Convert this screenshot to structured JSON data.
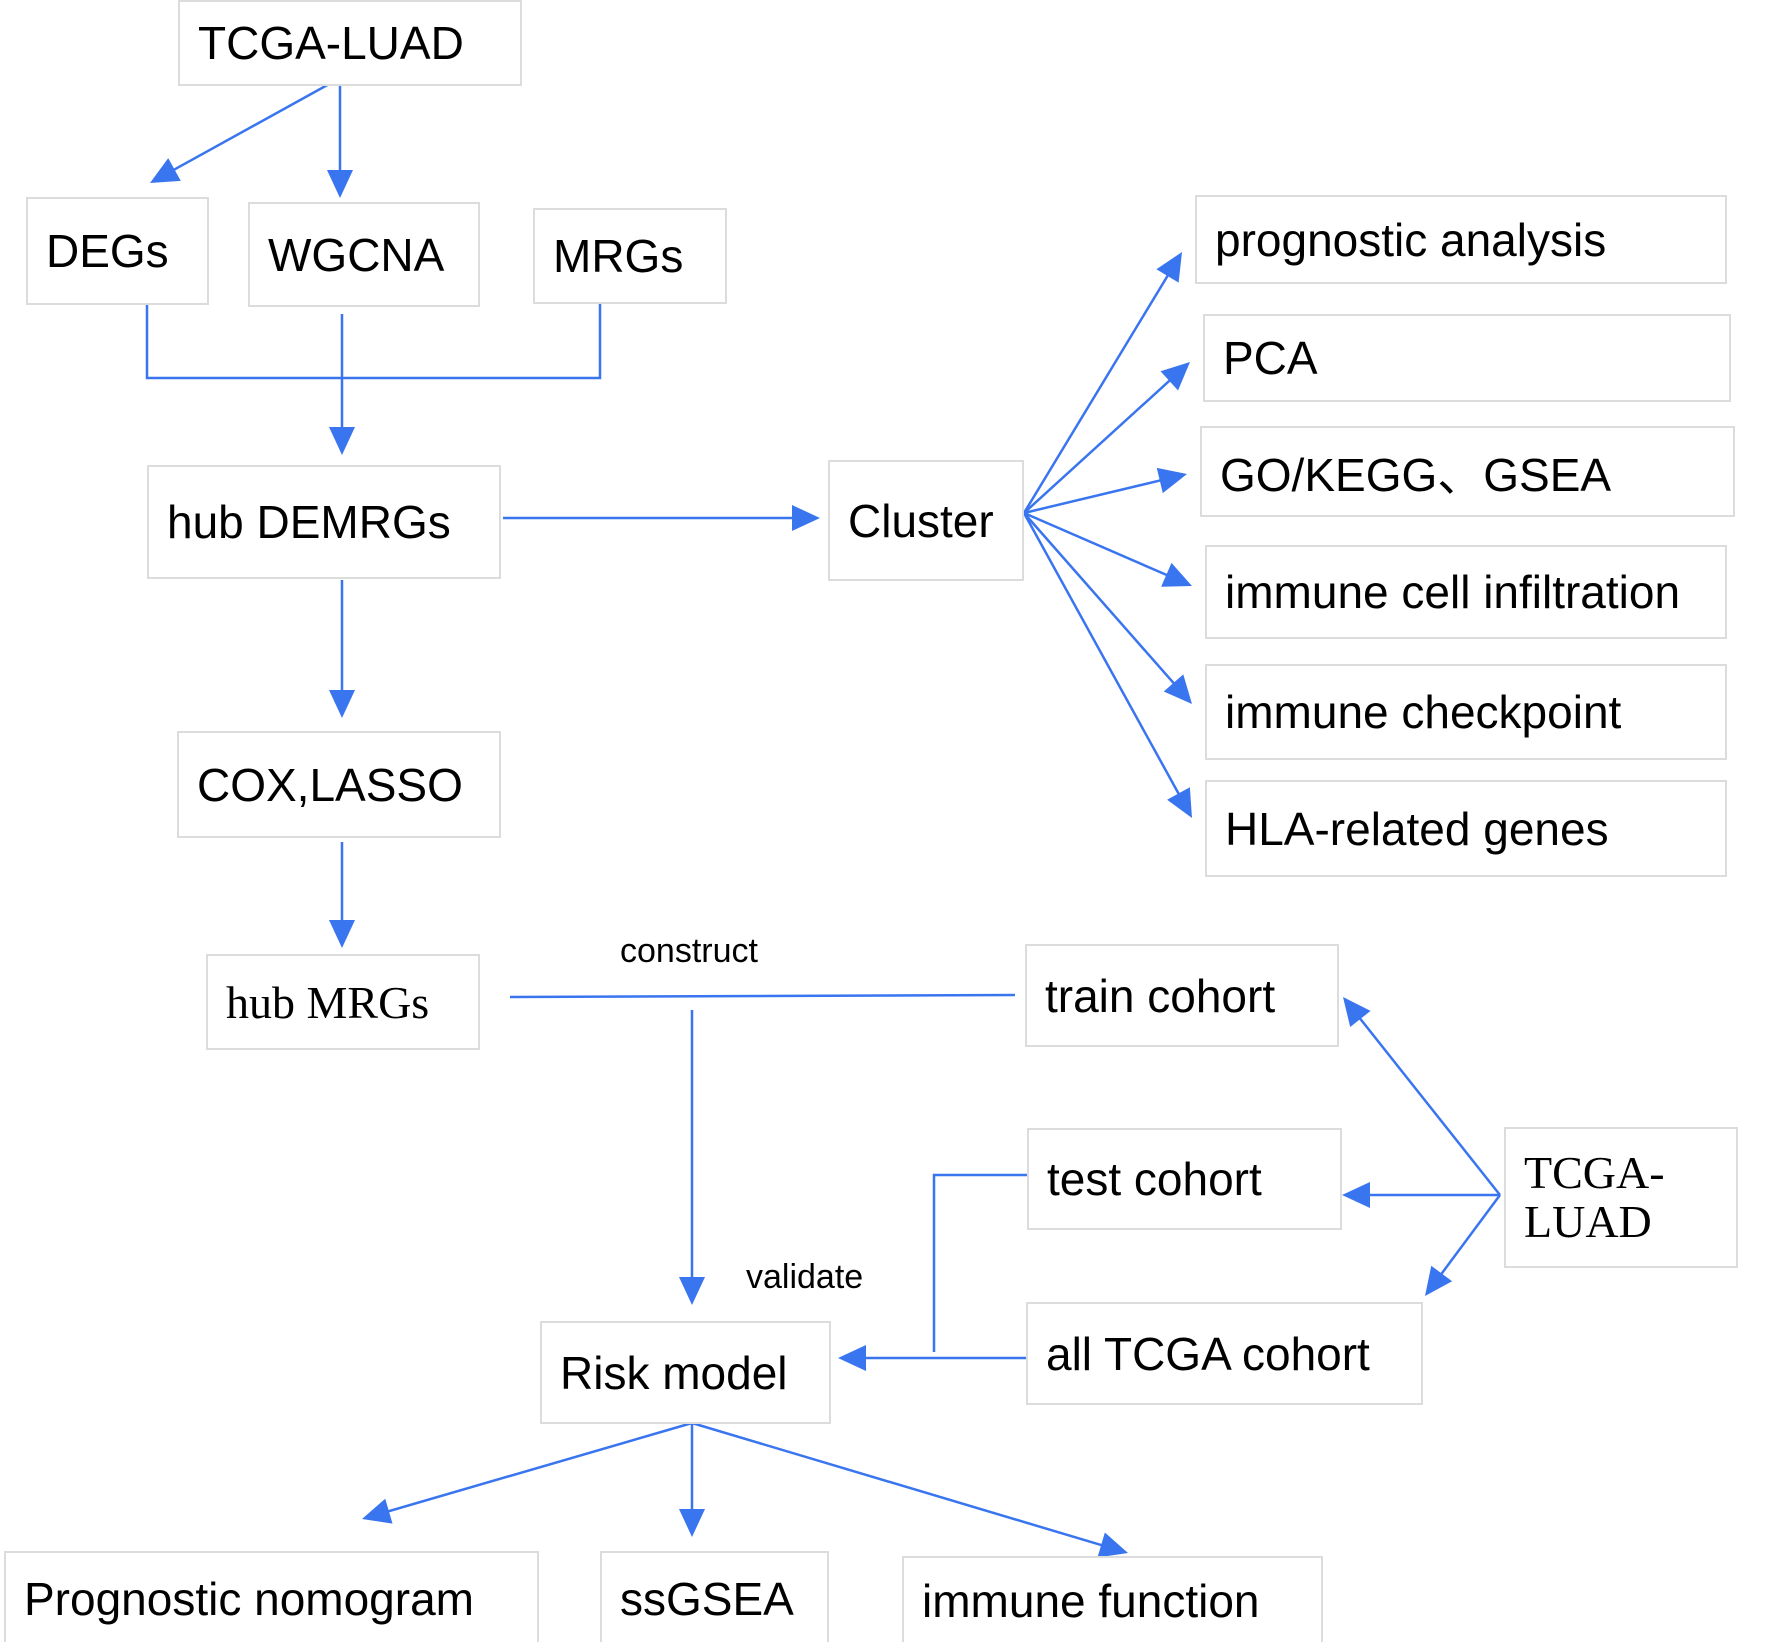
{
  "diagram": {
    "line_color": "#3a75f0",
    "node_border_color": "#dcdcdc",
    "highlight_color": "#fdf6dc",
    "nodes": {
      "tcga_luad_top": "TCGA-LUAD",
      "degs": "DEGs",
      "wgcna": "WGCNA",
      "mrgs": "MRGs",
      "hub_demrgs": "hub DEMRGs",
      "cox_lasso": "COX,LASSO",
      "hub_mrgs": "hub MRGs",
      "cluster": "Cluster",
      "prognostic_analysis": "prognostic analysis",
      "pca": "PCA",
      "go_kegg_gsea": "GO/KEGG、GSEA",
      "immune_cell_infiltration": "immune cell infiltration",
      "immune_checkpoint": "immune checkpoint",
      "hla_related_genes": "HLA-related genes",
      "train_cohort": "train cohort",
      "test_cohort": "test cohort",
      "all_tcga_cohort": "all TCGA cohort",
      "tcga_luad_right": "TCGA-\nLUAD",
      "risk_model": "Risk model",
      "prognostic_nomogram": "Prognostic nomogram",
      "ssgsea": "ssGSEA",
      "immune_function": "immune function"
    },
    "edge_labels": {
      "construct": "construct",
      "validate": "validate"
    }
  }
}
